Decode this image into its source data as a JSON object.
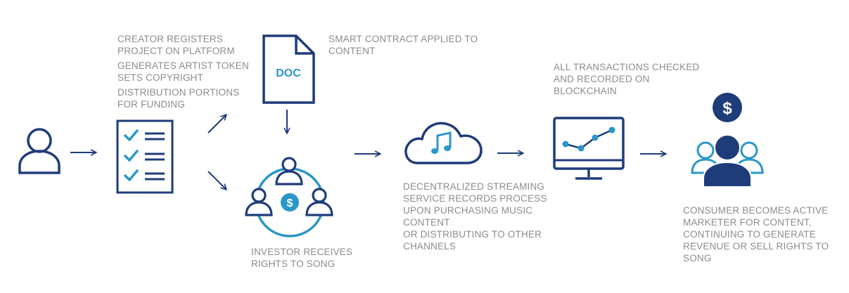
{
  "colors": {
    "navy": "#1f3c7a",
    "blue": "#2a97c8",
    "text": "#8c8c8c"
  },
  "icons": {
    "creator": "person-outline-icon",
    "checklist": "checklist-icon",
    "document": "document-icon",
    "investors": "investor-group-icon",
    "cloud": "cloud-music-icon",
    "monitor": "monitor-chart-icon",
    "consumer": "consumer-group-icon",
    "dollar": "dollar-icon"
  },
  "doc_icon_text": "DOC",
  "dollar_symbol": "$",
  "labels": {
    "creator": {
      "line1": "CREATOR REGISTERS",
      "line2": "PROJECT ON PLATFORM",
      "line3": "GENERATES ARTIST TOKEN",
      "line4": "SETS COPYRIGHT",
      "line5": "DISTRIBUTION PORTIONS",
      "line6": "FOR FUNDING"
    },
    "contract": {
      "line1": "SMART CONTRACT APPLIED TO",
      "line2": "CONTENT"
    },
    "investor": {
      "line1": "INVESTOR RECEIVES",
      "line2": "RIGHTS TO SONG"
    },
    "streaming": {
      "line1": "DECENTRALIZED STREAMING",
      "line2": "SERVICE RECORDS PROCESS",
      "line3": "UPON PURCHASING MUSIC",
      "line4": "CONTENT",
      "line5": "OR DISTRIBUTING TO OTHER",
      "line6": "CHANNELS"
    },
    "blockchain": {
      "line1": "ALL TRANSACTIONS CHECKED",
      "line2": "AND RECORDED ON",
      "line3": "BLOCKCHAIN"
    },
    "consumer": {
      "line1": "CONSUMER BECOMES ACTIVE",
      "line2": "MARKETER FOR CONTENT,",
      "line3": "CONTINUING TO GENERATE",
      "line4": "REVENUE OR SELL RIGHTS TO",
      "line5": "SONG"
    }
  }
}
